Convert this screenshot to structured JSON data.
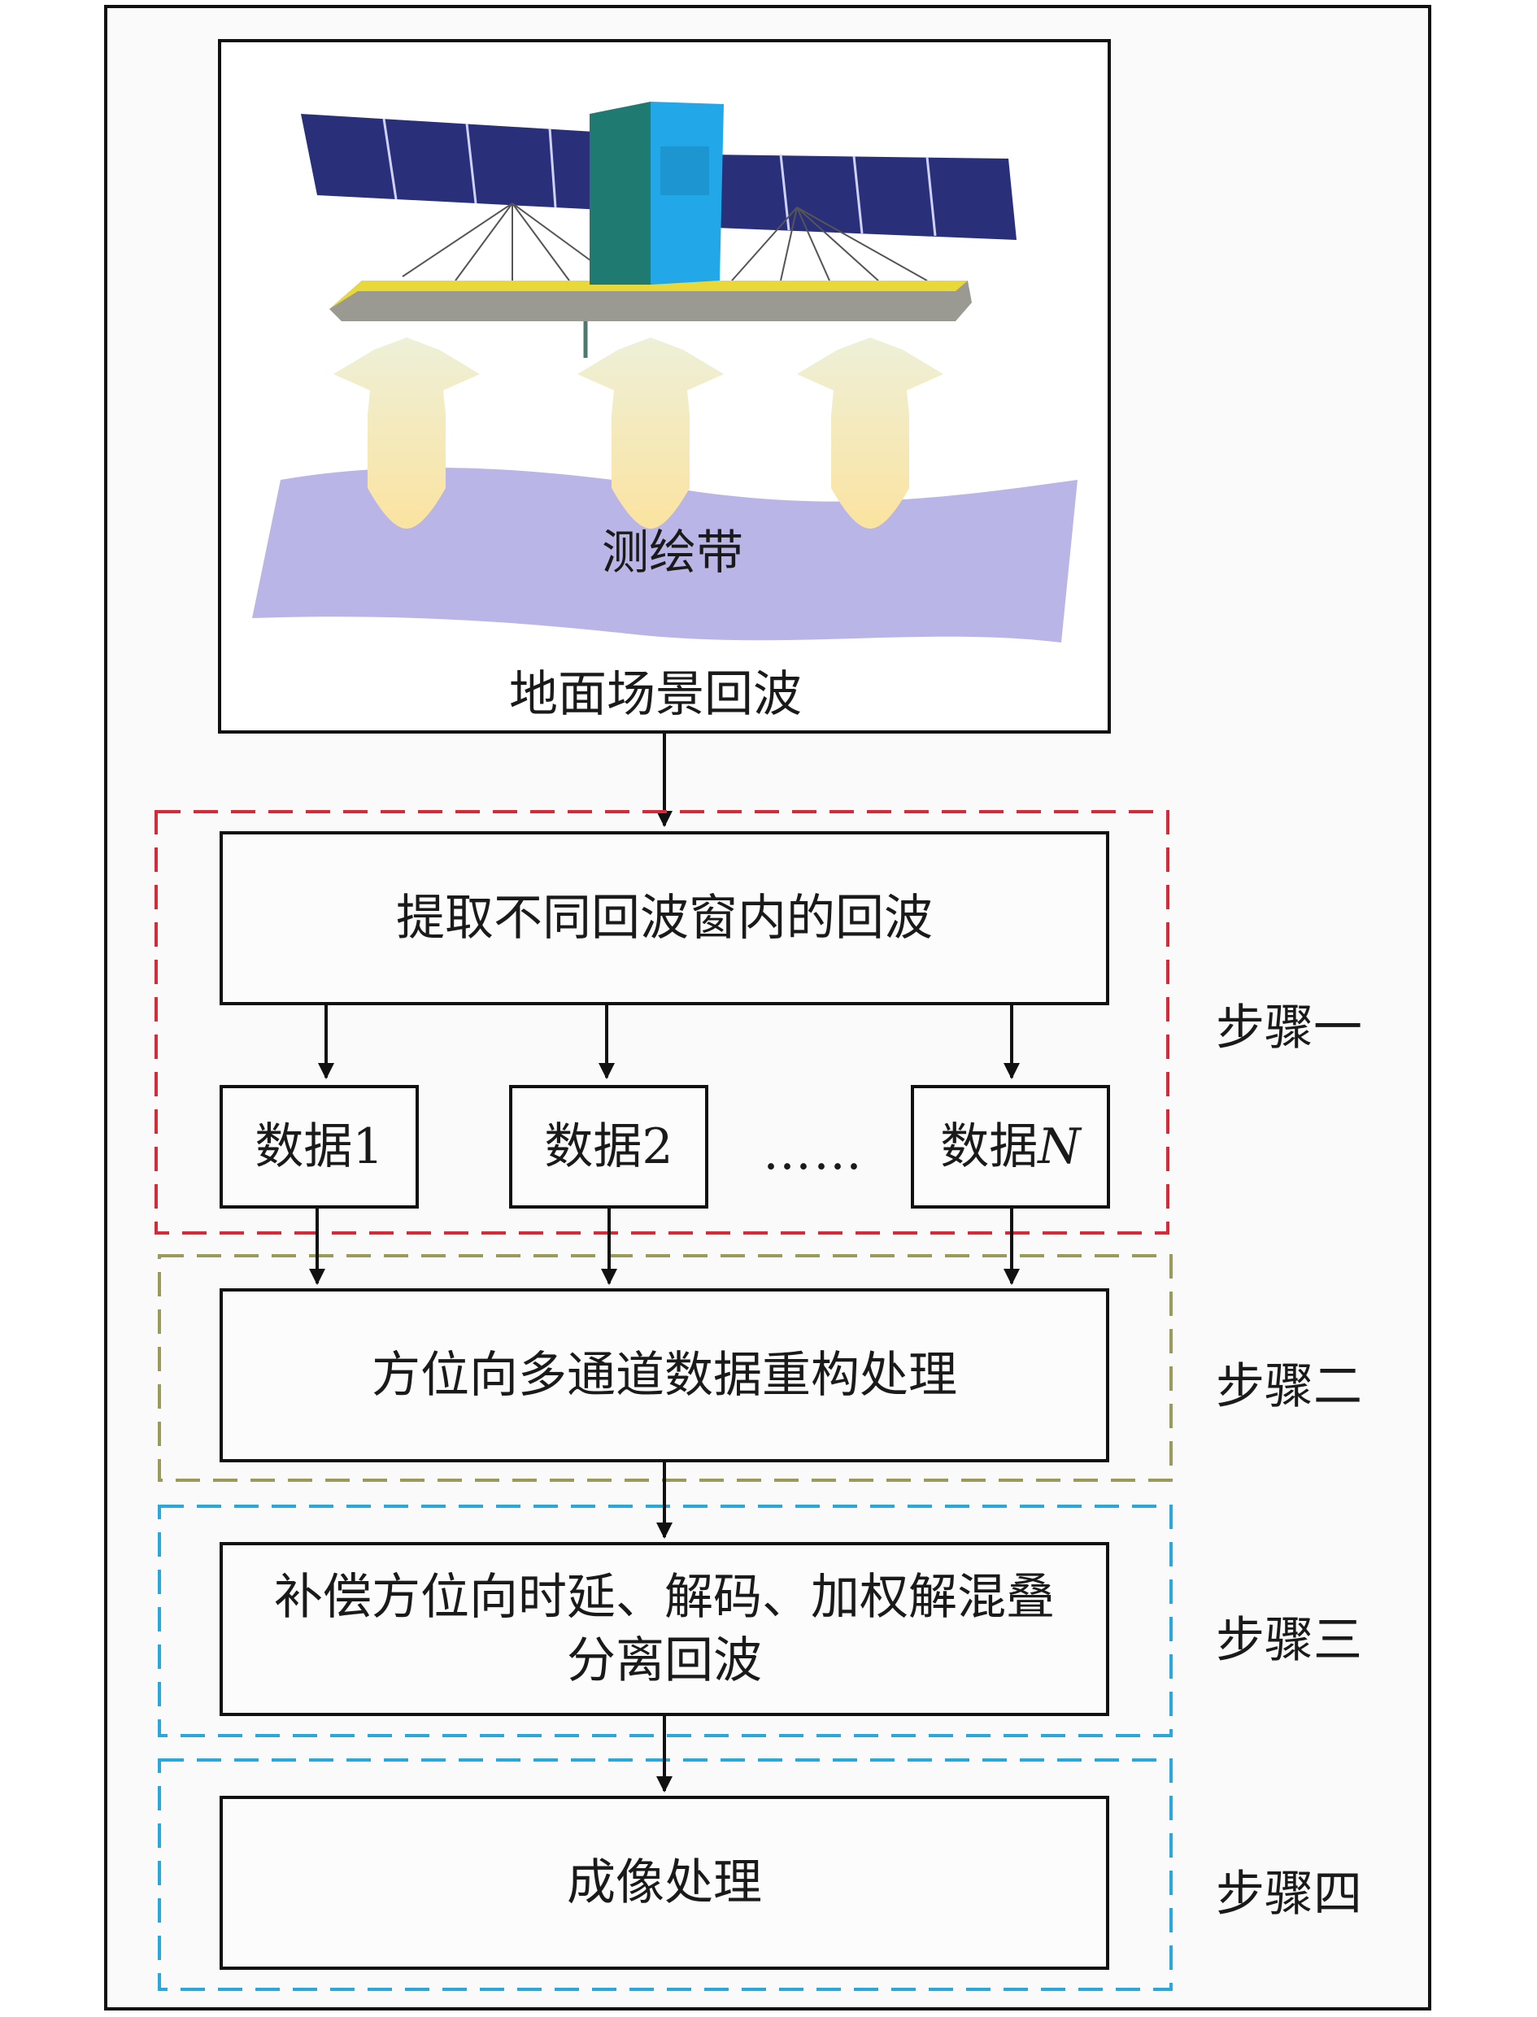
{
  "scene": {
    "swath_label": "测绘带",
    "echo_label": "地面场景回波"
  },
  "step1": {
    "label": "步骤一",
    "extract_box": "提取不同回波窗内的回波",
    "data_boxes": [
      {
        "prefix": "数据",
        "suffix": "1",
        "italic": false
      },
      {
        "prefix": "数据",
        "suffix": "2",
        "italic": false
      },
      {
        "prefix": "数据",
        "suffix": "N",
        "italic": true
      }
    ],
    "ellipsis": "……"
  },
  "step2": {
    "label": "步骤二",
    "box": "方位向多通道数据重构处理"
  },
  "step3": {
    "label": "步骤三",
    "box_line1": "补偿方位向时延、解码、加权解混叠",
    "box_line2": "分离回波"
  },
  "step4": {
    "label": "步骤四",
    "box": "成像处理"
  },
  "colors": {
    "step1_border": "#d42a3a",
    "step2_border": "#9a9a5a",
    "step3_border": "#2aa8dc",
    "step4_border": "#2aa8dc",
    "swath_fill": "#b7b4e6",
    "beam_fill": "#f6eab6",
    "panel_blue": "#2a2f7a",
    "body_blue": "#22a8e8"
  }
}
